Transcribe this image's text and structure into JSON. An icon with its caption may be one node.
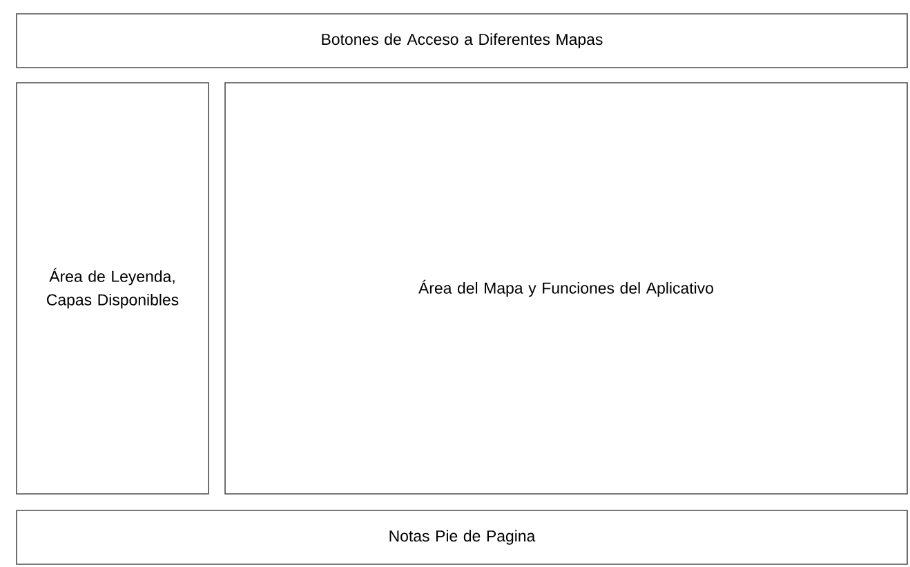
{
  "diagram": {
    "nodes": [
      {
        "text": [
          "Botones de Acceso a Diferentes Mapas"
        ]
      },
      {
        "text": [
          "Área de Leyenda, Capas Disponibles"
        ]
      },
      {
        "text": [
          "Área del Mapa y Funciones del Aplicativo"
        ]
      },
      {
        "text": [
          "Notas Pie de Pagina"
        ]
      }
    ]
  }
}
